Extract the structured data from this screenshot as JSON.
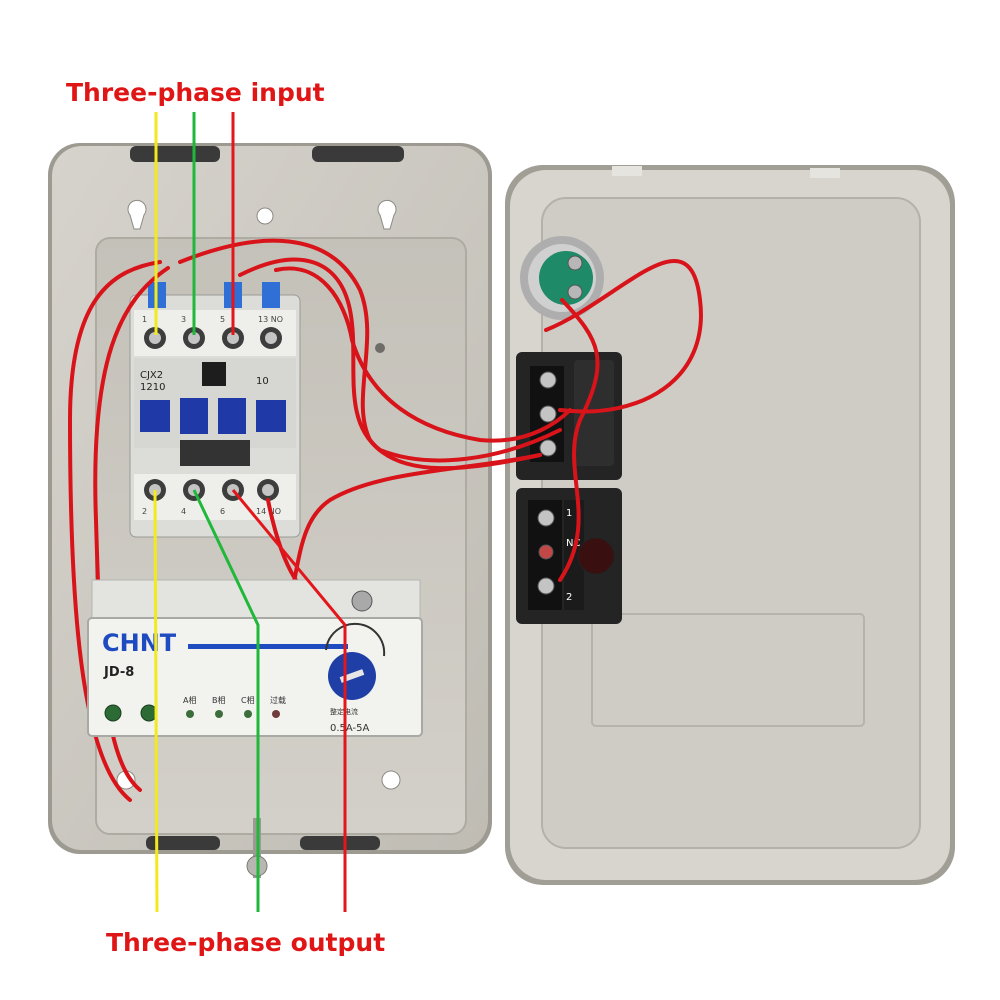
{
  "annotations": {
    "input_label": "Three-phase input",
    "output_label": "Three-phase output"
  },
  "contactor": {
    "model_line1": "CJX2",
    "model_line2": "1210",
    "rating": "10",
    "top_terminals": [
      "1",
      "3",
      "5",
      "13 NO"
    ],
    "bottom_terminals": [
      "2",
      "4",
      "6",
      "14 NO"
    ]
  },
  "relay": {
    "brand": "CHNT",
    "model": "JD-8",
    "indicators": [
      "A相",
      "B相",
      "C相",
      "过载"
    ],
    "dial_caption": "整定电流",
    "dial_range": "0.5A-5A"
  },
  "button": {
    "contact_type": "NC",
    "terminal_1": "1",
    "terminal_2": "2"
  },
  "colors": {
    "phase_yellow": "#f2ea1c",
    "phase_green": "#1fb83a",
    "phase_red": "#e3161b",
    "wire_red": "#d8141a",
    "enclosure": "#c9c6be",
    "annotation_text": "#e01515"
  }
}
